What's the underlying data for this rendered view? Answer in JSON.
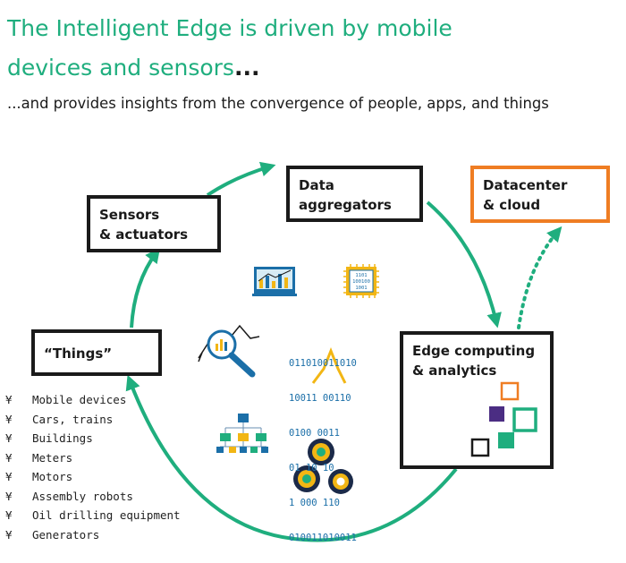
{
  "title": {
    "line1": "The Intelligent Edge is driven by mobile",
    "line2": "devices and sensors",
    "ellipsis": "..."
  },
  "subtitle": "...and provides insights from the convergence of people, apps, and things",
  "nodes": {
    "sensors": [
      "Sensors",
      "& actuators"
    ],
    "aggregators": [
      "Data",
      "aggregators"
    ],
    "datacenter": [
      "Datacenter",
      "& cloud"
    ],
    "edge": [
      "Edge computing",
      "& analytics"
    ],
    "things": "“Things”"
  },
  "things_list": {
    "bullet": "¥",
    "items": [
      "Mobile devices",
      "Cars, trains",
      "Buildings",
      "Meters",
      "Motors",
      "Assembly robots",
      "Oil drilling equipment",
      "Generators"
    ]
  },
  "binary_text": [
    "011010011010",
    "10011 00110",
    "0100 0011",
    "01 10 10",
    "1 000 110",
    "010011010011"
  ],
  "chip_text": [
    "1101",
    "100100",
    "1001"
  ],
  "colors": {
    "green": "#1fae7e",
    "orange": "#ef7d23",
    "black": "#1a1a1a",
    "purple": "#4b2d83",
    "blue": "#1b6fa8",
    "yellow": "#f2b614",
    "teal": "#1fae7e"
  },
  "icons": [
    "chart-monitor-icon",
    "cpu-chip-icon",
    "magnifier-chart-icon",
    "binary-data-icon",
    "hierarchy-icon",
    "gears-icon",
    "edge-squares-icon"
  ]
}
